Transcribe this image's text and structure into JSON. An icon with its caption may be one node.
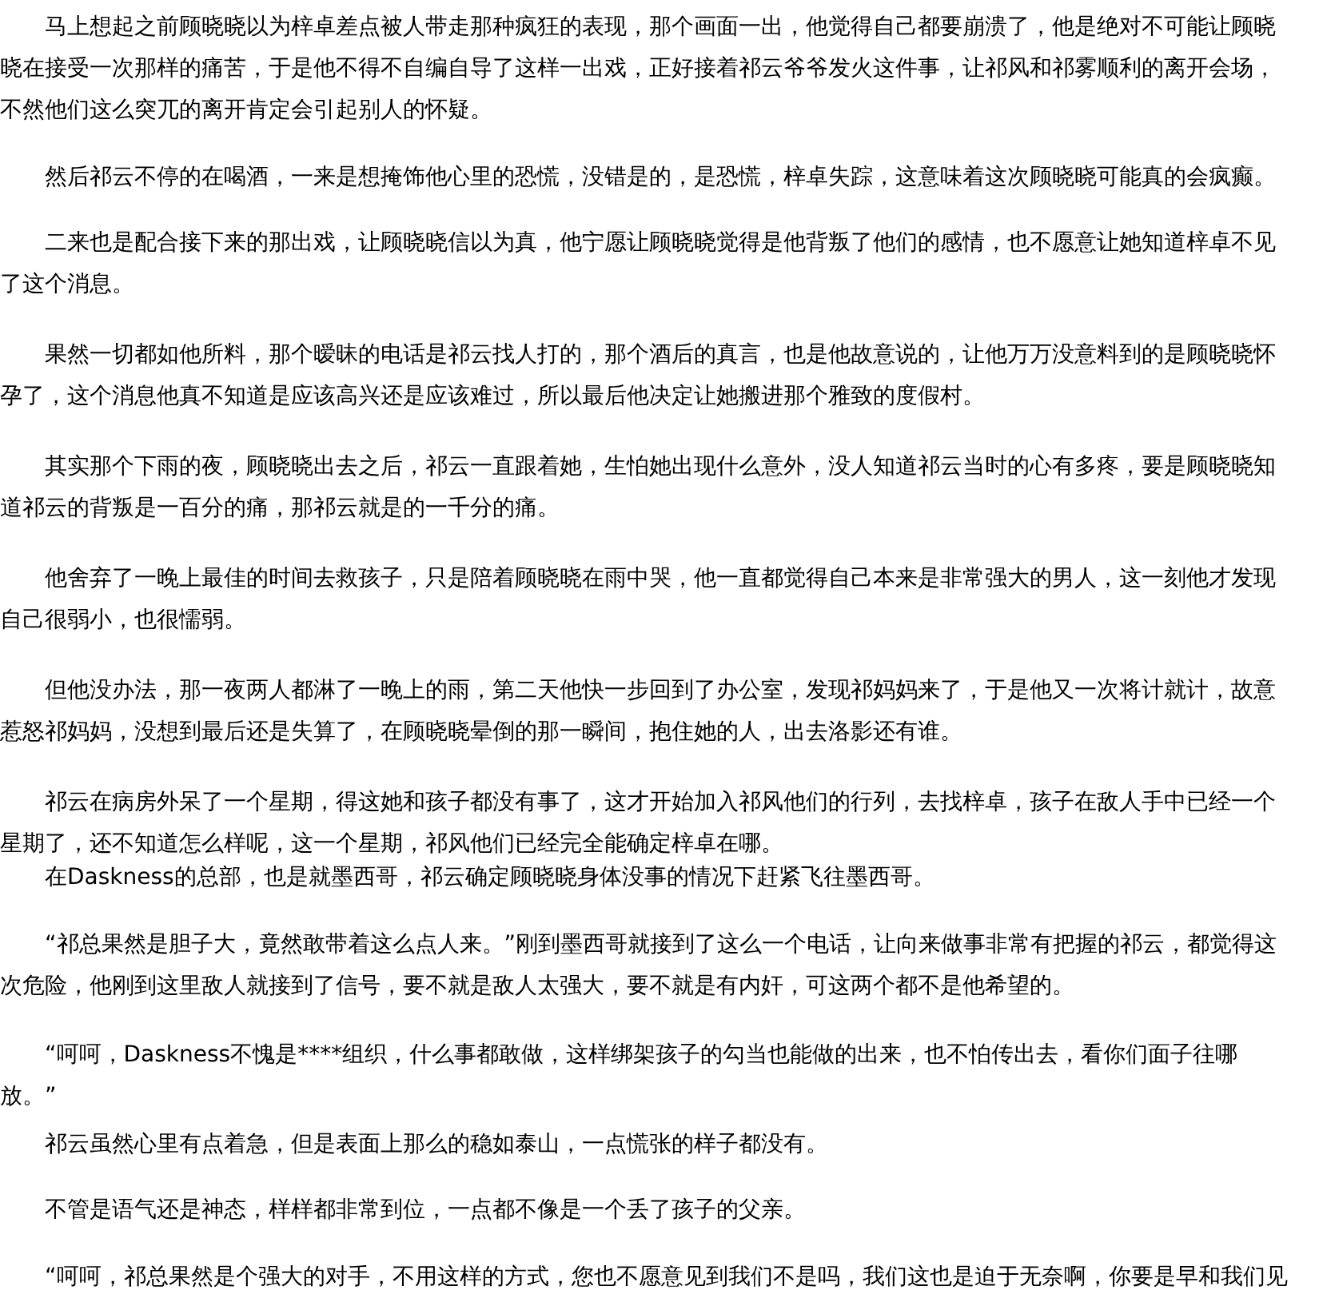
{
  "diagram": {
    "labels": [
      "马上想起之前顾晓晓以为梓卓差点被人带走那种疯狂的表现，那个画面一出，他觉得自己都要崩溃了，他是绝对不可能让顾晓晓在接受一次那样的痛苦，于是他不得不自编自导了这样一出戏，正好接着祁云爷爷发火这件事，让祁风和祁雾顺利的离开会场，不然他们这么突兀的离开肯定会引起别人的怀疑。",
      "然后祁云不停的在喝酒，一来是想掩饰他心里的恐慌，没错是的，是恐慌，梓卓失踪，这意味着这次顾晓晓可能真的会疯癫。",
      "二来也是配合接下来的那出戏，让顾晓晓信以为真，他宁愿让顾晓晓觉得是他背叛了他们的感情，也不愿意让她知道梓卓不见了这个消息。",
      "果然一切都如他所料，那个暧昧的电话是祁云找人打的，那个酒后的真言，也是他故意说的，让他万万没意料到的是顾晓晓怀孕了，这个消息他真不知道是应该高兴还是应该难过，所以最后他决定让她搬进那个雅致的度假村。",
      "其实那个下雨的夜，顾晓晓出去之后，祁云一直跟着她，生怕她出现什么意外，没人知道祁云当时的心有多疼，要是顾晓晓知道祁云的背叛是一百分的痛，那祁云就是的一千分的痛。",
      "他舍弃了一晚上最佳的时间去救孩子，只是陪着顾晓晓在雨中哭，他一直都觉得自己本来是非常强大的男人，这一刻他才发现自己很弱小，也很懦弱。",
      "但他没办法，那一夜两人都淋了一晚上的雨，第二天他快一步回到了办公室，发现祁妈妈来了，于是他又一次将计就计，故意惹怒祁妈妈，没想到最后还是失算了，在顾晓晓晕倒的那一瞬间，抱住她的人，出去洛影还有谁。",
      "祁云在病房外呆了一个星期，得这她和孩子都没有事了，这才开始加入祁风他们的行列，去找梓卓，孩子在敌人手中已经一个星期了，还不知道怎么样呢，这一个星期，祁风他们已经完全能确定梓卓在哪。",
      "在Daskness的总部，也是就墨西哥，祁云确定顾晓晓身体没事的情况下赶紧飞往墨西哥。",
      "“祁总果然是胆子大，竟然敢带着这么点人来。”刚到墨西哥就接到了这么一个电话，让向来做事非常有把握的祁云，都觉得这次危险，他刚到这里敌人就接到了信号，要不就是敌人太强大，要不就是有内奸，可这两个都不是他希望的。",
      "“呵呵，Daskness不愧是****组织，什么事都敢做，这样绑架孩子的勾当也能做的出来，也不怕传出去，看你们面子往哪放。”",
      "祁云虽然心里有点着急，但是表面上那么的稳如泰山，一点慌张的样子都没有。",
      "不管是语气还是神态，样样都非常到位，一点都不像是一个丢了孩子的父亲。",
      "“呵呵，祁总果然是个强大的对手，不用这样的方式，您也不愿意见到我们不是吗，我们这也是迫于无奈啊，你要是早和我们见"
    ]
  }
}
